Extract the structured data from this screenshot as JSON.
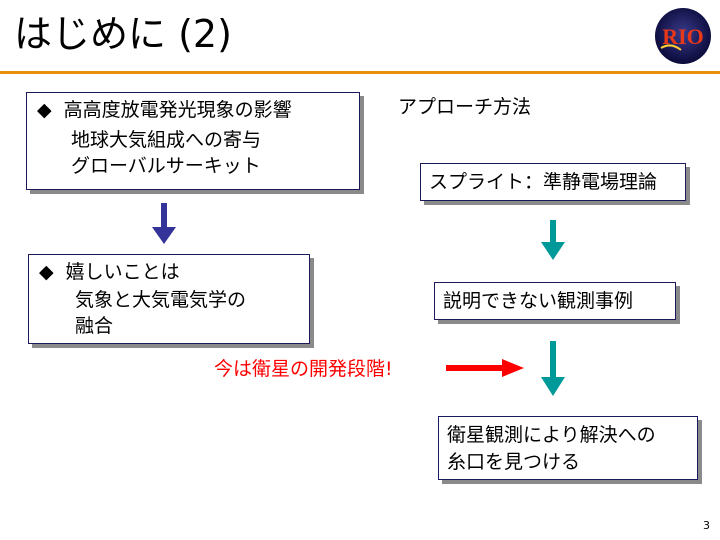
{
  "slide": {
    "title": "はじめに (2)",
    "page_number": "3"
  },
  "left_box1": {
    "bullet": "◆",
    "head": "高高度放電発光現象の影響",
    "lines": [
      "地球大気組成への寄与",
      "グローバルサーキット"
    ]
  },
  "left_box2": {
    "bullet": "◆",
    "head": "嬉しいことは",
    "lines": [
      "気象と大気電気学の",
      "融合"
    ]
  },
  "right": {
    "approach_header": "アプローチ方法",
    "box1": "スプライト：準静電場理論",
    "box2": "説明できない観測事例",
    "box3_lines": [
      "衛星観測により解決への",
      "糸口を見つける"
    ]
  },
  "highlight": {
    "text": "今は衛星の開発段階!"
  },
  "colors": {
    "rule": "#e8900a",
    "left_arrow": "#333399",
    "right_arrow": "#009999",
    "highlight": "#ff0000"
  },
  "logo": {
    "icon": "rio-logo-icon",
    "text": "RIO"
  }
}
